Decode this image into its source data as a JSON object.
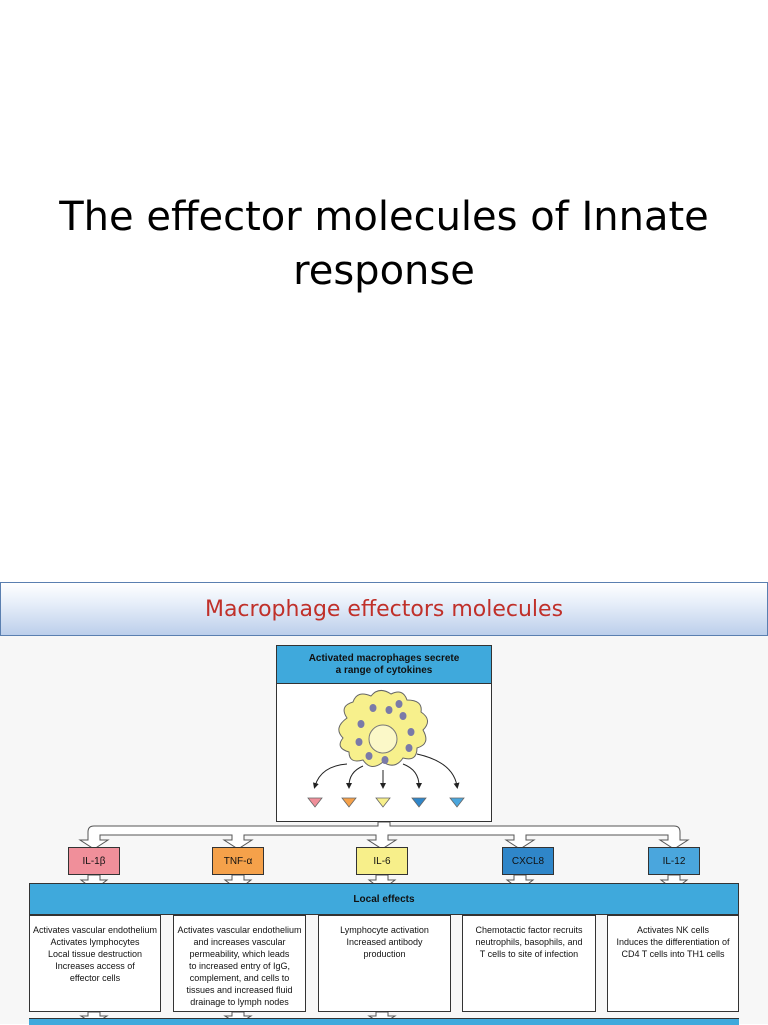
{
  "slide": {
    "title_line1": "The effector molecules of Innate",
    "title_line2": "response"
  },
  "banner": {
    "text": "Macrophage effectors molecules"
  },
  "figure": {
    "top_box": {
      "line1": "Activated macrophages secrete",
      "line2": "a range of cytokines"
    },
    "cytokines": [
      {
        "label": "IL-1β",
        "color": "#f08f9a"
      },
      {
        "label": "TNF-α",
        "color": "#f5a14a"
      },
      {
        "label": "IL-6",
        "color": "#f7ef8a"
      },
      {
        "label": "CXCL8",
        "color": "#2f86c9"
      },
      {
        "label": "IL-12",
        "color": "#4aa6dd"
      }
    ],
    "local_effects_label": "Local effects",
    "effects": [
      [
        "Activates vascular endothelium",
        "Activates lymphocytes",
        "Local tissue destruction",
        "Increases access of",
        "effector cells"
      ],
      [
        "Activates vascular endothelium",
        "and increases vascular",
        "permeability, which leads",
        "to increased entry of IgG,",
        "complement, and cells to",
        "tissues and increased fluid",
        "drainage to lymph nodes"
      ],
      [
        "Lymphocyte activation",
        "Increased antibody",
        "production"
      ],
      [
        "Chemotactic factor recruits",
        "neutrophils, basophils, and",
        "T cells to site of infection"
      ],
      [
        "Activates NK cells",
        "Induces the differentiation of",
        "CD4 T cells into TH1 cells"
      ]
    ],
    "colors": {
      "accent_blue": "#3fa9dc",
      "macrophage_fill": "#f7f08c",
      "granule": "#7a7aa8"
    }
  }
}
